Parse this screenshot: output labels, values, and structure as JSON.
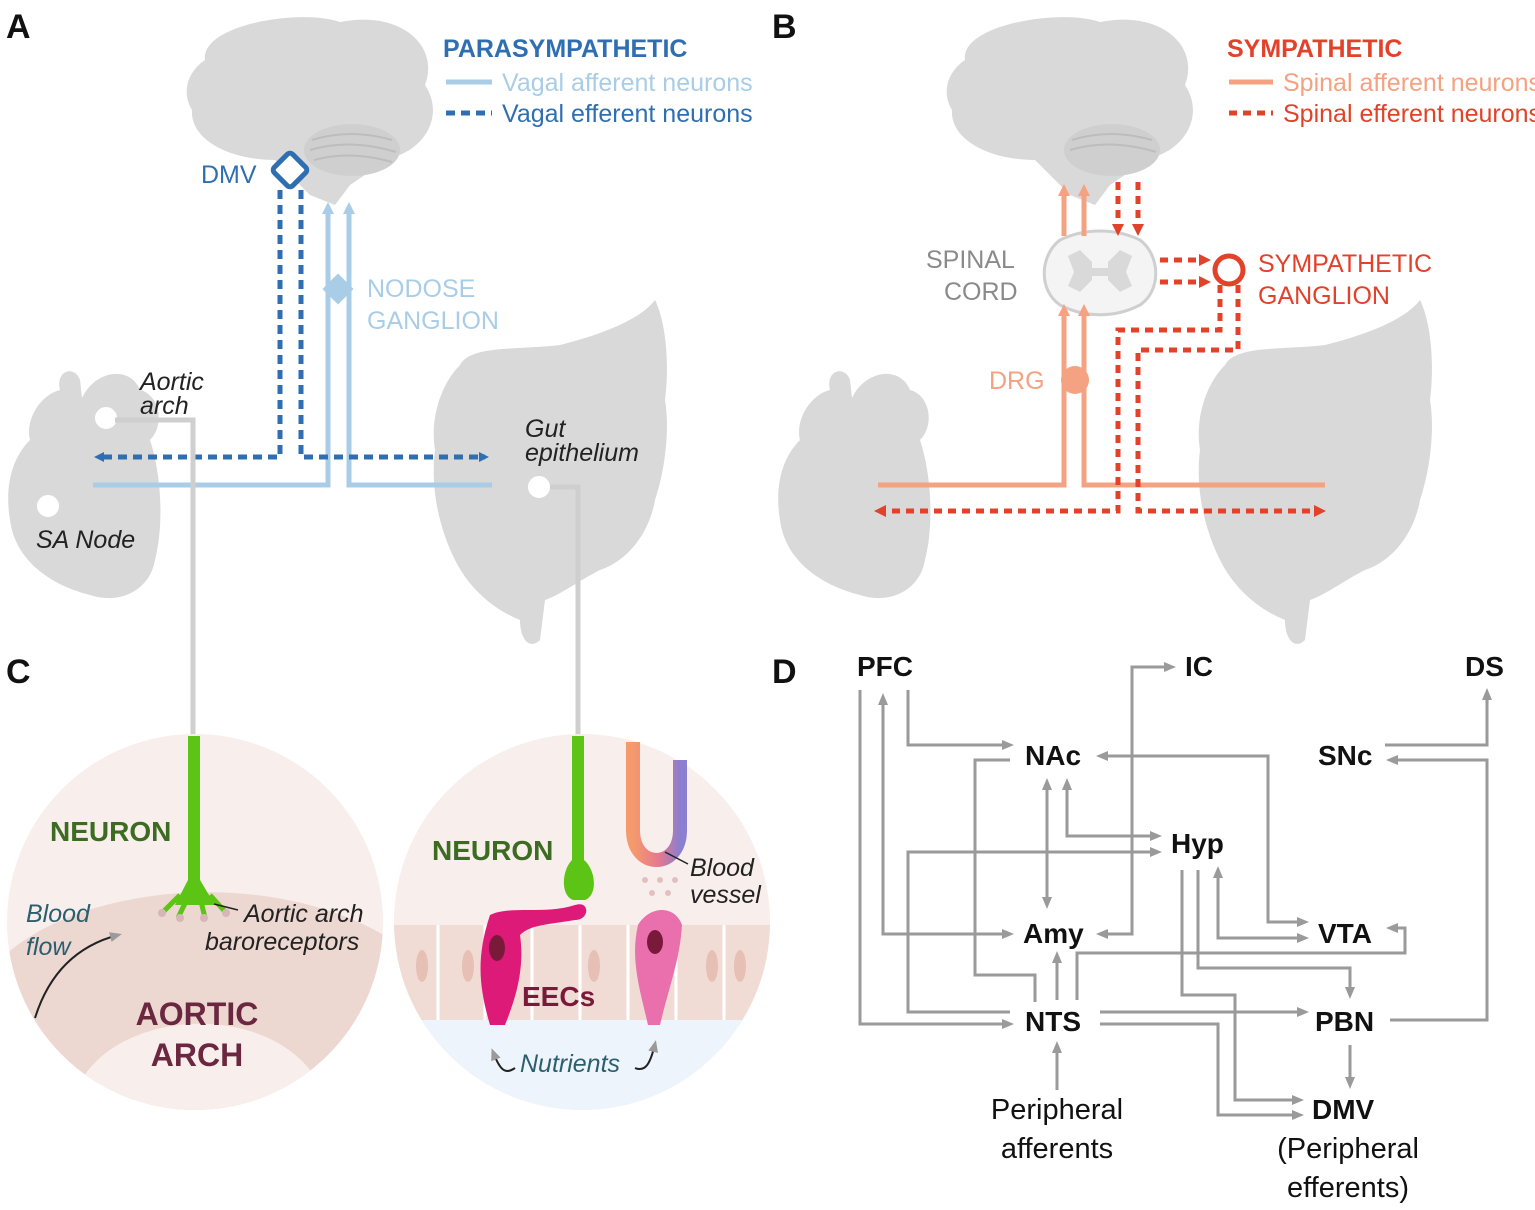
{
  "panels": {
    "a": {
      "letter": "A",
      "heading": "PARASYMPATHETIC",
      "legend_afferent": "Vagal afferent neurons",
      "legend_efferent": "Vagal efferent neurons",
      "dmv": "DMV",
      "nodose_1": "NODOSE",
      "nodose_2": "GANGLION",
      "aortic_1": "Aortic",
      "aortic_2": "arch",
      "sa_node": "SA Node",
      "gut_1": "Gut",
      "gut_2": "epithelium"
    },
    "b": {
      "letter": "B",
      "heading": "SYMPATHETIC",
      "legend_afferent": "Spinal afferent neurons",
      "legend_efferent": "Spinal efferent neurons",
      "spinal_1": "SPINAL",
      "spinal_2": "CORD",
      "ganglion_1": "SYMPATHETIC",
      "ganglion_2": "GANGLION",
      "drg": "DRG"
    },
    "c": {
      "letter": "C",
      "neuron_left": "NEURON",
      "blood_1": "Blood",
      "blood_2": "flow",
      "baro_1": "Aortic arch",
      "baro_2": "baroreceptors",
      "aortic_1": "AORTIC",
      "aortic_2": "ARCH",
      "neuron_right": "NEURON",
      "vessel_1": "Blood",
      "vessel_2": "vessel",
      "eecs": "EECs",
      "nutrients": "Nutrients"
    },
    "d": {
      "letter": "D",
      "pfc": "PFC",
      "ic": "IC",
      "ds": "DS",
      "nac": "NAc",
      "snc": "SNc",
      "hyp": "Hyp",
      "amy": "Amy",
      "vta": "VTA",
      "nts": "NTS",
      "pbn": "PBN",
      "periph_1": "Peripheral",
      "periph_2": "afferents",
      "dmv_1": "DMV",
      "dmv_2": "(Peripheral",
      "dmv_3": "efferents)"
    }
  },
  "colors": {
    "vagal_afferent": "#a9cde7",
    "vagal_efferent": "#2f6fb1",
    "spinal_afferent": "#f4a281",
    "spinal_efferent": "#e2412a",
    "organ_gray": "#d9d9d9",
    "neuron_green": "#5cc414",
    "eec_magenta": "#de1a79",
    "eec_pink": "#ea6fad",
    "arrow_gray": "#9a9a9a"
  }
}
